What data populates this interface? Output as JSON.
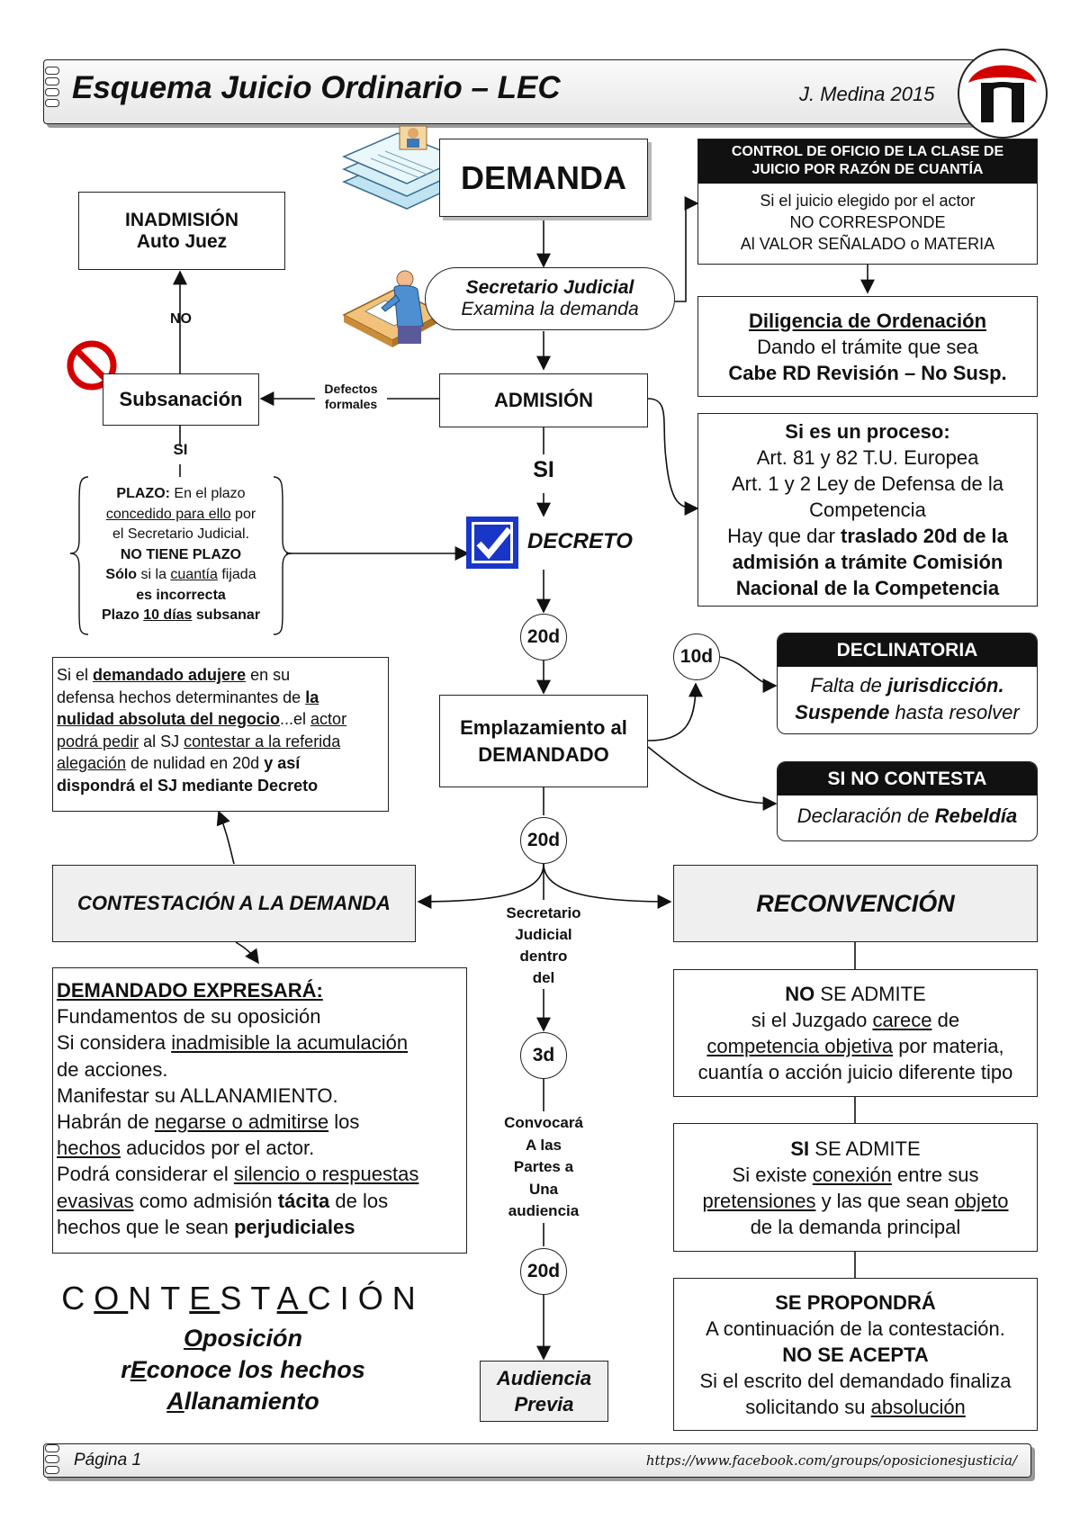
{
  "header": {
    "title": "Esquema Juicio Ordinario – LEC",
    "author": "J. Medina 2015"
  },
  "footer": {
    "page": "Página 1",
    "url": "https://www.facebook.com/groups/oposicionesjusticia/"
  },
  "demanda": "DEMANDA",
  "secretario": {
    "line1": "Secretario Judicial",
    "line2": "Examina la demanda"
  },
  "inadmision": {
    "line1": "INADMISIÓN",
    "line2": "Auto Juez"
  },
  "no_label": "NO",
  "si_label_small": "SI",
  "subsanacion": "Subsanación",
  "defectos": {
    "line1": "Defectos",
    "line2": "formales"
  },
  "admision": "ADMISIÓN",
  "si_big": "SI",
  "decreto": "DECRETO",
  "plazo": {
    "l1a": "PLAZO:",
    "l1b": " En el plazo",
    "l2a": "concedido para ello",
    "l2b": " por",
    "l3": "el Secretario Judicial.",
    "l4": "NO TIENE PLAZO",
    "l5a": "Sólo",
    "l5b": " si la ",
    "l5c": "cuantía",
    "l5d": " fijada",
    "l6": "es incorrecta",
    "l7a": "Plazo ",
    "l7b": "10 días",
    "l7c": " subsanar"
  },
  "control": {
    "header1": "CONTROL DE OFICIO DE LA CLASE DE",
    "header2": "JUICIO POR RAZÓN DE CUANTÍA",
    "line1": "Si el juicio elegido por el actor",
    "line2": "NO CORRESPONDE",
    "line3": "Al VALOR SEÑALADO o MATERIA"
  },
  "diligencia": {
    "title": "Diligencia de Ordenación",
    "line1": "Dando el trámite que sea",
    "line2": "Cabe RD Revisión – No Susp."
  },
  "proceso": {
    "l1": "Si es un proceso:",
    "l2": "Art. 81 y 82 T.U. Europea",
    "l3": "Art. 1 y 2 Ley de Defensa de la",
    "l4": "Competencia",
    "l5a": "Hay que dar ",
    "l5b": "traslado 20d de la",
    "l6": "admisión a trámite Comisión",
    "l7": "Nacional de la Competencia"
  },
  "circles": {
    "c20a": "20d",
    "c10d": "10d",
    "c20b": "20d",
    "c3d": "3d",
    "c20c": "20d"
  },
  "declinatoria": {
    "header": "DECLINATORIA",
    "l1a": "Falta de ",
    "l1b": "jurisdicción.",
    "l2a": "Suspende",
    "l2b": " hasta resolver"
  },
  "rebeldia": {
    "header": "SI NO CONTESTA",
    "l1a": "Declaración de ",
    "l1b": "Rebeldía"
  },
  "emplazamiento": {
    "line1": "Emplazamiento al",
    "line2": "DEMANDADO"
  },
  "nulidad": {
    "l1a": "Si el ",
    "l1b": "demandado adujere",
    "l1c": " en su",
    "l2a": "defensa hechos determinantes de ",
    "l2b": "la",
    "l3a": "nulidad absoluta del negocio",
    "l3b": "...el ",
    "l3c": "actor",
    "l4a": "podrá pedir",
    "l4b": " al SJ ",
    "l4c": "contestar a la referida",
    "l5a": "alegación",
    "l5b": " de nulidad en 20d ",
    "l5c": "y así",
    "l6": "dispondrá el SJ mediante Decreto"
  },
  "contestacion_box": "CONTESTACIÓN A LA DEMANDA",
  "reconvencion": "RECONVENCIÓN",
  "secretario_dentro": {
    "l1": "Secretario",
    "l2": "Judicial",
    "l3": "dentro",
    "l4": "del"
  },
  "convocara": {
    "l1": "Convocará",
    "l2": "A las",
    "l3": "Partes a",
    "l4": "Una",
    "l5": "audiencia"
  },
  "audiencia": {
    "line1": "Audiencia",
    "line2": "Previa"
  },
  "expresara": {
    "title": "DEMANDADO EXPRESARÁ:",
    "l1": "Fundamentos de su oposición",
    "l2a": "Si considera ",
    "l2b": "inadmisible la acumulación",
    "l3": "de acciones.",
    "l4": "Manifestar su ALLANAMIENTO.",
    "l5a": "Habrán de ",
    "l5b": "negarse o admitirse",
    "l5c": " los",
    "l6a": "hechos",
    "l6b": " aducidos por el actor.",
    "l7a": "Podrá considerar el ",
    "l7b": "silencio o respuestas",
    "l8a": "evasivas",
    "l8b": " como admisión ",
    "l8c": "tácita",
    "l8d": " de los",
    "l9a": "hechos que le sean ",
    "l9b": "perjudiciales"
  },
  "no_admite": {
    "l1a": "NO",
    "l1b": " SE ADMITE",
    "l2a": "si el Juzgado ",
    "l2b": "carece",
    "l2c": " de",
    "l3a": "competencia objetiva",
    "l3b": " por materia,",
    "l4": "cuantía o acción juicio diferente tipo"
  },
  "si_admite": {
    "l1a": "SI",
    "l1b": " SE ADMITE",
    "l2a": "Si existe ",
    "l2b": "conexión",
    "l2c": " entre sus",
    "l3a": "pretensiones",
    "l3b": " y las que sean ",
    "l3c": "objeto",
    "l4": "de la demanda principal"
  },
  "propondra": {
    "l1": "SE PROPONDRÁ",
    "l2": "A continuación de la contestación.",
    "l3": "NO SE ACEPTA",
    "l4": "Si el escrito del demandado finaliza",
    "l5a": "solicitando su ",
    "l5b": "absolución"
  },
  "mnemonic": {
    "word": "CONTESTACIÓN",
    "l1a": "O",
    "l1b": "posición",
    "l2a": "r",
    "l2b": "E",
    "l2c": "conoce los hechos",
    "l3a": "A",
    "l3b": "llanamiento"
  },
  "colors": {
    "accent_red": "#d40000",
    "accent_blue": "#1a36c8",
    "grey_fill": "#efefef",
    "black": "#111111"
  }
}
